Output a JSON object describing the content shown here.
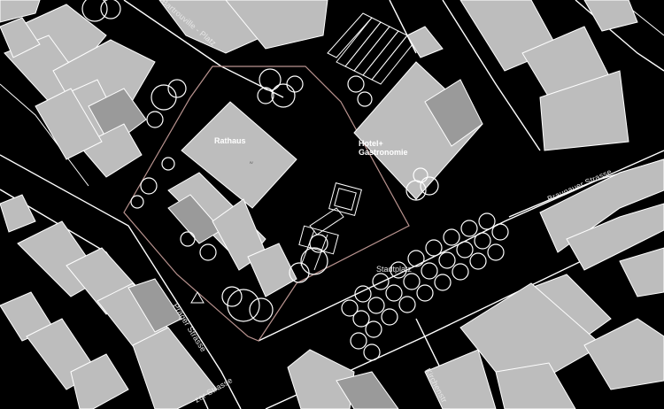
{
  "labels": {
    "rathaus": "Rathaus",
    "hotel_line1": "Hotel+",
    "hotel_line2": "Gastronomie",
    "stadtplatz": "Stadtplatz",
    "braunauer": "Braunauer Strasse",
    "prager": "Prager Strasse",
    "bartrouville": "Bartrouville - Platz",
    "kirchenstr": "Kirchenstr",
    "zer_strasse": "zer Strasse",
    "floor_iv": "IV"
  }
}
